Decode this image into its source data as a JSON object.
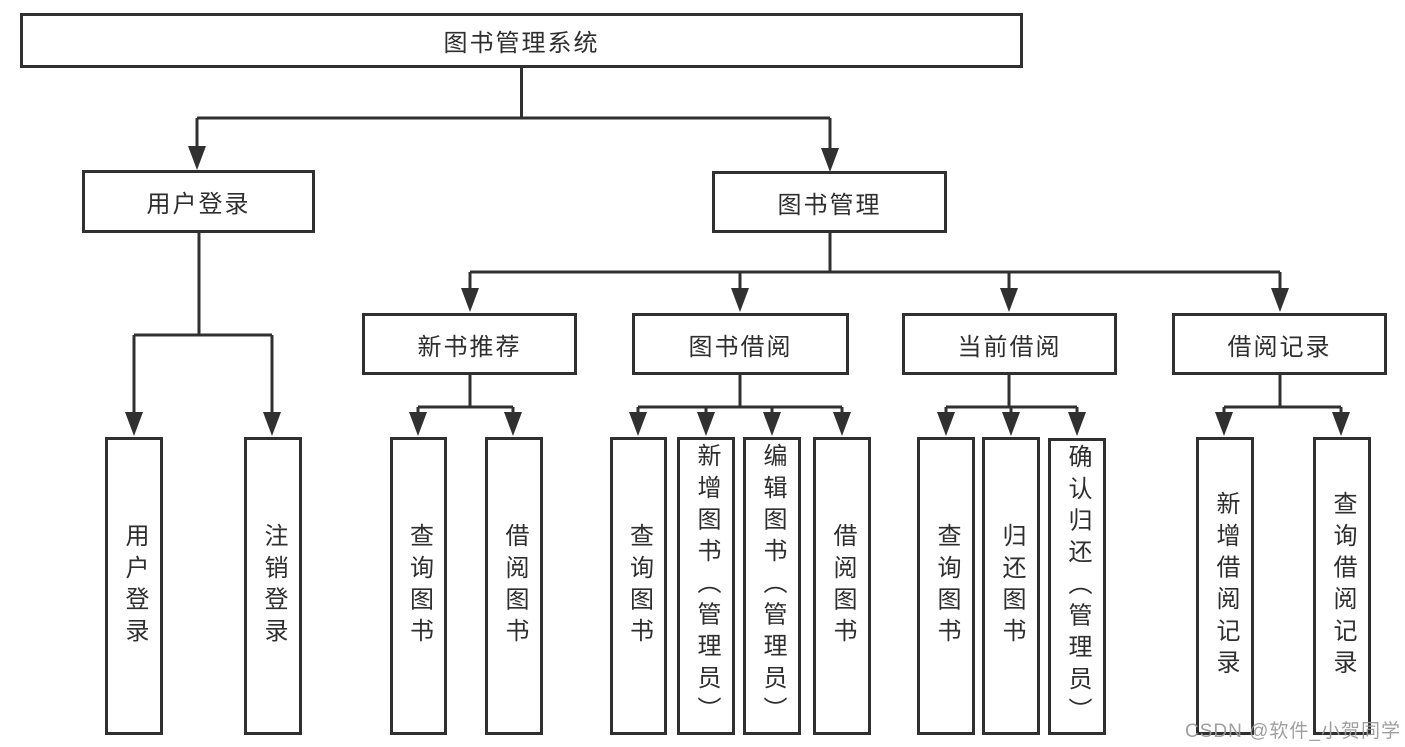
{
  "tree": {
    "label": "图书管理系统",
    "children": [
      {
        "label": "用户登录",
        "children": [
          {
            "label": "用户登录"
          },
          {
            "label": "注销登录"
          }
        ]
      },
      {
        "label": "图书管理",
        "children": [
          {
            "label": "新书推荐",
            "children": [
              {
                "label": "查询图书"
              },
              {
                "label": "借阅图书"
              }
            ]
          },
          {
            "label": "图书借阅",
            "children": [
              {
                "label": "查询图书"
              },
              {
                "label": "新增图书（管理员）"
              },
              {
                "label": "编辑图书（管理员）"
              },
              {
                "label": "借阅图书"
              }
            ]
          },
          {
            "label": "当前借阅",
            "children": [
              {
                "label": "查询图书"
              },
              {
                "label": "归还图书"
              },
              {
                "label": "确认归还（管理员）"
              }
            ]
          },
          {
            "label": "借阅记录",
            "children": [
              {
                "label": "新增借阅记录"
              },
              {
                "label": "查询借阅记录"
              }
            ]
          }
        ]
      }
    ]
  },
  "watermark": {
    "text": "CSDN @软件_小贺同学"
  },
  "colors": {
    "line": "#303030",
    "box_border": "#303030",
    "text": "#2e2e2e",
    "watermark": "#9a9a9a",
    "background": "#ffffff"
  }
}
